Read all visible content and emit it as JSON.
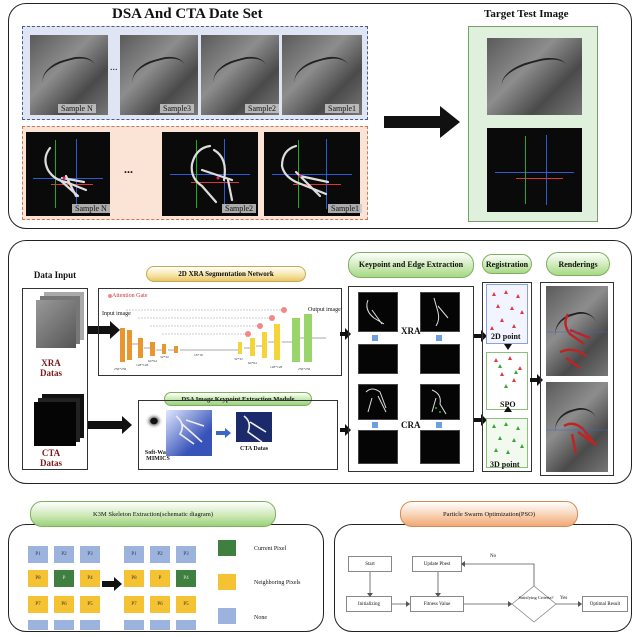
{
  "top": {
    "title": "DSA And CTA Date Set",
    "dsa_samples": [
      "Sample N",
      "Sample3",
      "Sample2",
      "Sample1"
    ],
    "dsa_ellipsis": "...",
    "cta_samples": [
      "Sample N",
      "Sample2",
      "Sample1"
    ],
    "cta_ellipsis": "...",
    "target_title": "Target Test Image"
  },
  "middle": {
    "data_input_title": "Data Input",
    "xra_label": "XRA\nDatas",
    "cta_label": "CTA\nDatas",
    "segnet_title": "2D XRA Segmentation Network",
    "attention_gate": "Attention Gate",
    "input_image": "Input image",
    "output_image": "Output image",
    "keypoint_module_title": "DSA Image Keypoint Extraction Module",
    "mimics_label": "Soft-Ware MIMICS",
    "cta_datas_small": "CTA Datas",
    "keypoint_edge_title": "Keypoint and Edge Extraction",
    "xra_tag": "XRA",
    "cra_tag": "CRA",
    "registration_title": "Registration",
    "point2d": "2D point",
    "spo": "SPO",
    "point3d": "3D point",
    "renderings_title": "Renderings",
    "channel_labels": [
      "256*256",
      "128*128",
      "64*64",
      "32*32",
      "16*16",
      "32*32",
      "64*64",
      "128*128",
      "256*256"
    ]
  },
  "bottom_left": {
    "title": "K3M Skeleton Extraction(schematic diagram)",
    "legend_current": "Current Pixel",
    "legend_neighbor": "Neighboring Pixels",
    "legend_none": "None",
    "cell_labels": [
      "P1",
      "P2",
      "P3",
      "P8",
      "P",
      "P4",
      "P7",
      "P6",
      "P5"
    ]
  },
  "bottom_right": {
    "title": "Particle Swarm Optimization(PSO)",
    "start": "Start",
    "update": "Update Pbest",
    "init": "Initializing",
    "fitness": "Fitness Value",
    "decision": "Satisfying Criteria?",
    "no_label": "No",
    "yes_label": "Yes",
    "result": "Optimal Result"
  },
  "colors": {
    "dsa_box_bg": "#dfe5f3",
    "cta_box_bg": "#fbe3d6",
    "target_bg": "#dff0dc",
    "green_pill": "#b7dc9c",
    "orange_pill": "#f4b98e",
    "grid_yellow": "#f5c233",
    "grid_green": "#3f7f3f",
    "grid_blue": "#9bb3dd"
  }
}
